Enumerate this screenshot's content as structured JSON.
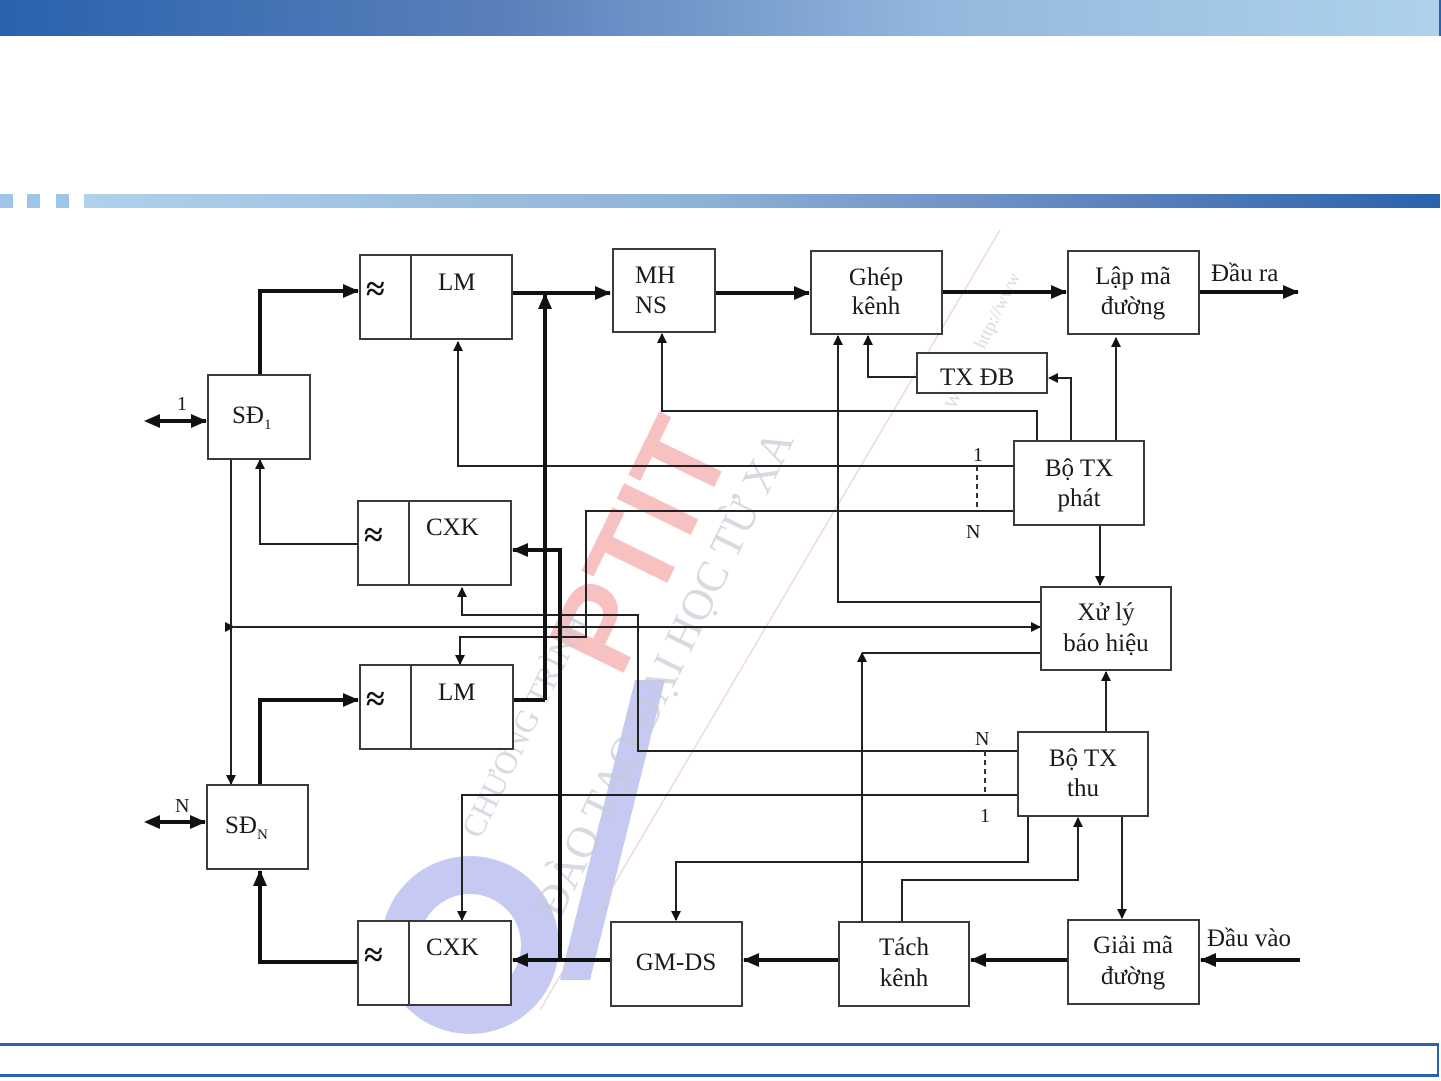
{
  "slide": {
    "title": "",
    "footer": ""
  },
  "watermark": {
    "logo": "PTIT",
    "line1": "CHƯƠNG TRÌNH",
    "line2": "ĐÀO TẠO ĐẠI HỌC TỪ XA",
    "website": "Website: http://www"
  },
  "diagram": {
    "blocks": {
      "sd1": {
        "label": "SĐ",
        "sub": "1"
      },
      "sdn": {
        "label": "SĐ",
        "sub": "N"
      },
      "lm_top": {
        "label": "LM",
        "filter": "≈"
      },
      "cxk_top": {
        "label": "CXK",
        "filter": "≈"
      },
      "lm_bottom": {
        "label": "LM",
        "filter": "≈"
      },
      "cxk_bottom": {
        "label": "CXK",
        "filter": "≈"
      },
      "mhns": {
        "line1": "MH",
        "line2": "NS"
      },
      "ghep_kenh": {
        "line1": "Ghép",
        "line2": "kênh"
      },
      "lap_ma": {
        "line1": "Lập mã",
        "line2": "đường"
      },
      "txdb": {
        "label": "TX ĐB"
      },
      "botx_phat": {
        "line1": "Bộ TX",
        "line2": "phát"
      },
      "xuly": {
        "line1": "Xử lý",
        "line2": "báo hiệu"
      },
      "botx_thu": {
        "line1": "Bộ TX",
        "line2": "thu"
      },
      "gmds": {
        "label": "GM-DS"
      },
      "tach_kenh": {
        "line1": "Tách",
        "line2": "kênh"
      },
      "giai_ma": {
        "line1": "Giải mã",
        "line2": "đường"
      }
    },
    "labels": {
      "output": "Đầu ra",
      "input": "Đầu vào",
      "port1": "1",
      "portN": "N",
      "phat_1": "1",
      "phat_N": "N",
      "thu_N": "N",
      "thu_1": "1"
    }
  }
}
